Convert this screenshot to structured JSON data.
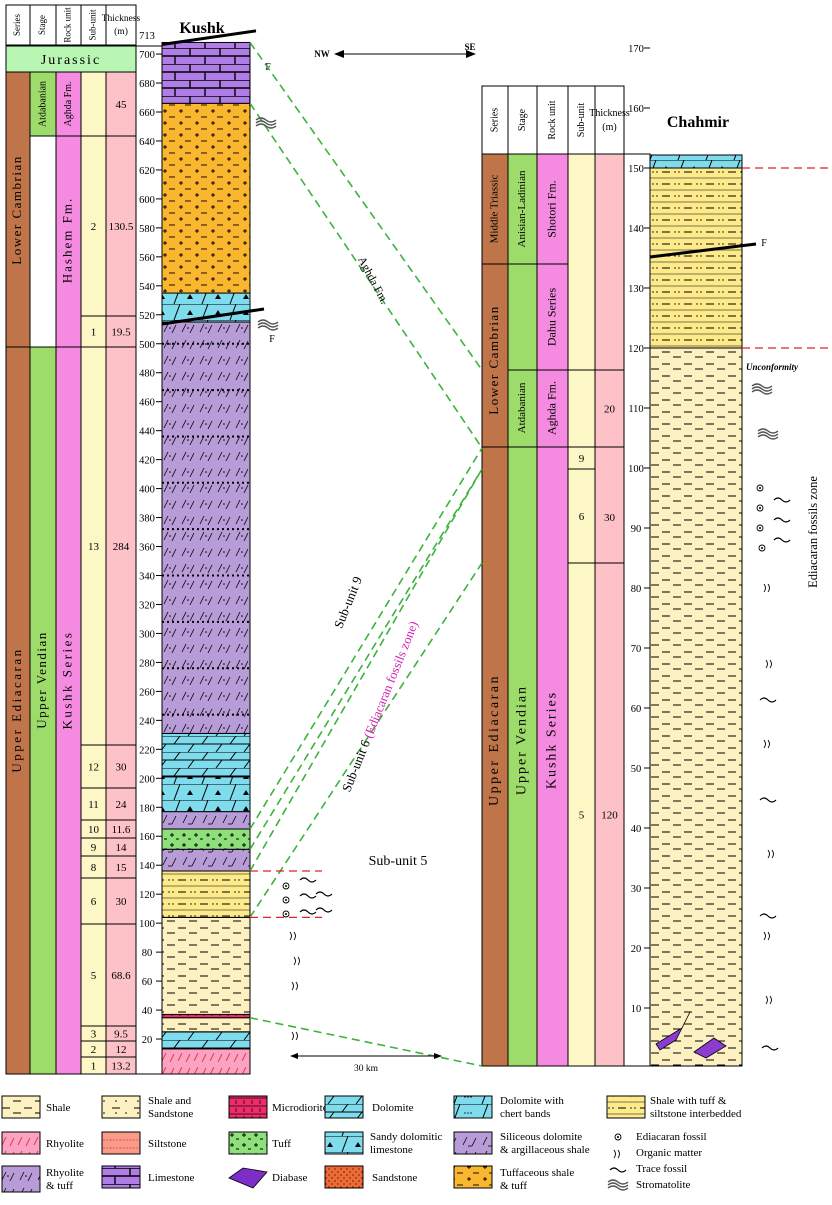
{
  "headers": {
    "series": "Series",
    "stage": "Stage",
    "rock_unit": "Rock unit",
    "sub_unit": "Sub-unit",
    "thickness": "Thickness",
    "thickness_unit": "(m)"
  },
  "direction": {
    "nw": "NW",
    "se": "SE"
  },
  "scale_bar": "30 km",
  "kushk": {
    "title": "Kushk",
    "jurassic": "Jurassic",
    "series": [
      "Lower Cambrian",
      "Upper Ediacaran"
    ],
    "stages": [
      "Atdabanian",
      "Upper Vendian"
    ],
    "rock_units": [
      "Aghda Fm.",
      "Hashem Fm.",
      "Kushk Series"
    ],
    "sub_units": [
      {
        "sub": "",
        "thick": "45"
      },
      {
        "sub": "2",
        "thick": "130.5"
      },
      {
        "sub": "1",
        "thick": "19.5"
      },
      {
        "sub": "13",
        "thick": "284"
      },
      {
        "sub": "12",
        "thick": "30"
      },
      {
        "sub": "11",
        "thick": "24"
      },
      {
        "sub": "10",
        "thick": "11.6"
      },
      {
        "sub": "9",
        "thick": "14"
      },
      {
        "sub": "8",
        "thick": "15"
      },
      {
        "sub": "6",
        "thick": "30"
      },
      {
        "sub": "5",
        "thick": "68.6"
      },
      {
        "sub": "3",
        "thick": "9.5"
      },
      {
        "sub": "2",
        "thick": "12"
      },
      {
        "sub": "1",
        "thick": "13.2"
      }
    ],
    "depth_ticks": [
      "20",
      "40",
      "60",
      "80",
      "100",
      "120",
      "140",
      "160",
      "180",
      "200",
      "220",
      "240",
      "260",
      "280",
      "300",
      "320",
      "340",
      "360",
      "380",
      "400",
      "420",
      "440",
      "460",
      "480",
      "500",
      "520",
      "540",
      "560",
      "580",
      "600",
      "620",
      "640",
      "660",
      "680",
      "700"
    ],
    "top_tick": "713",
    "fault": "F"
  },
  "chahmir": {
    "title": "Chahmir",
    "series": [
      "Middle Triassic",
      "Lower Cambrian",
      "Upper Ediacaran"
    ],
    "stages": [
      "Anisian-Ladinian",
      "Atdabanian",
      "Upper Vendian"
    ],
    "rock_units": [
      "Shotori Fm.",
      "Dahu Series",
      "Aghda Fm.",
      "Kushk Series"
    ],
    "sub_units": [
      {
        "sub": "",
        "thick": "20"
      },
      {
        "sub": "9",
        "thick": ""
      },
      {
        "sub": "6",
        "thick": "30"
      },
      {
        "sub": "5",
        "thick": "120"
      }
    ],
    "depth_ticks": [
      "10",
      "20",
      "30",
      "40",
      "50",
      "60",
      "70",
      "80",
      "90",
      "100",
      "110",
      "120",
      "130",
      "140",
      "150",
      "160",
      "170"
    ],
    "fault": "F",
    "unconformity": "Unconformity",
    "fossil_zone": "Ediacaran fossils zone"
  },
  "correlation_labels": {
    "aghda": "Aghda Fm.",
    "sub9": "Sub-unit 9",
    "sub6": "Sub-unit 6",
    "sub6_zone": "(Ediacaran fossils zone)",
    "sub5": "Sub-unit 5"
  },
  "legend": [
    {
      "key": "shale",
      "label": "Shale"
    },
    {
      "key": "shale_sandstone",
      "label": "Shale and Sandstone"
    },
    {
      "key": "microdiorite",
      "label": "Microdiorite"
    },
    {
      "key": "dolomite",
      "label": "Dolomite"
    },
    {
      "key": "dolomite_chert",
      "label": "Dolomite with chert bands"
    },
    {
      "key": "shale_tuff_siltstone",
      "label": "Shale with tuff & siltstone interbedded"
    },
    {
      "key": "rhyolite",
      "label": "Rhyolite"
    },
    {
      "key": "siltstone",
      "label": "Siltstone"
    },
    {
      "key": "tuff",
      "label": "Tuff"
    },
    {
      "key": "sandy_dolomitic_limestone",
      "label": "Sandy dolomitic limestone"
    },
    {
      "key": "siliceous_dolomite",
      "label": "Siliceous dolomite & argillaceous shale"
    },
    {
      "key": "ediacaran_fossil",
      "label": "Ediacaran fossil"
    },
    {
      "key": "organic_matter",
      "label": "Organic matter"
    },
    {
      "key": "rhyolite_tuff",
      "label": "Rhyolite & tuff"
    },
    {
      "key": "limestone",
      "label": "Limestone"
    },
    {
      "key": "diabase",
      "label": "Diabase"
    },
    {
      "key": "sandstone",
      "label": "Sandstone"
    },
    {
      "key": "tuffaceous_shale",
      "label": "Tuffaceous shale & tuff"
    },
    {
      "key": "trace_fossil",
      "label": "Trace fossil"
    },
    {
      "key": "stromatolite",
      "label": "Stromatolite"
    }
  ],
  "colors": {
    "series": "#c0744a",
    "stage": "#9ddc6a",
    "rock_unit": "#f48be0",
    "sub_unit": "#fdf7c6",
    "thickness": "#fdc2c8",
    "jurassic": "#b9f6b4",
    "shale": "#fdf1c2",
    "purple": "#b89cd8",
    "limestone": "#b07de6",
    "tuffaceous": "#f9b62e",
    "cyan": "#7fdcec",
    "green_tuff": "#8de07a",
    "sandstone": "#f06a35",
    "dash_green": "#3cb33c",
    "dash_red": "#e0202a",
    "magenta": "#d31fb6"
  }
}
